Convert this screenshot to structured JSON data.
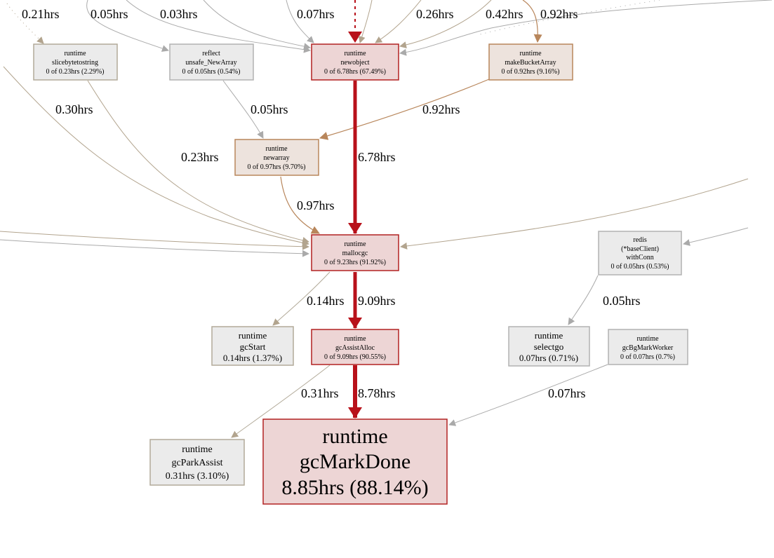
{
  "graph": {
    "colors": {
      "hot_fill": "#edd5d5",
      "hot_stroke": "#b22222",
      "warm_fill": "#ede3dd",
      "warm_stroke": "#b8865b",
      "cold_fill": "#ebebeb",
      "cold_stroke": "#b2b2b2",
      "cold2_stroke": "#b2aa99",
      "hot_edge": "#b8111a",
      "warm_edge": "#b8865b",
      "grey_edge": "#aaaaaa",
      "tan_edge": "#b2a48e"
    },
    "nodes": [
      {
        "id": "slicebytetostring",
        "pkg": "runtime",
        "func": "slicebytetostring",
        "stat": "0 of 0.23hrs (2.29%)"
      },
      {
        "id": "unsafe_NewArray",
        "pkg": "reflect",
        "func": "unsafe_NewArray",
        "stat": "0 of 0.05hrs (0.54%)"
      },
      {
        "id": "newobject",
        "pkg": "runtime",
        "func": "newobject",
        "stat": "0 of 6.78hrs (67.49%)"
      },
      {
        "id": "makeBucketArray",
        "pkg": "runtime",
        "func": "makeBucketArray",
        "stat": "0 of 0.92hrs (9.16%)"
      },
      {
        "id": "newarray",
        "pkg": "runtime",
        "func": "newarray",
        "stat": "0 of 0.97hrs (9.70%)"
      },
      {
        "id": "mallocgc",
        "pkg": "runtime",
        "func": "mallocgc",
        "stat": "0 of 9.23hrs (91.92%)"
      },
      {
        "id": "withConn",
        "pkg": "redis",
        "func": "(*baseClient)",
        "func2": "withConn",
        "stat": "0 of 0.05hrs (0.53%)"
      },
      {
        "id": "gcStart",
        "pkg": "runtime",
        "func": "gcStart",
        "stat": "0.14hrs (1.37%)"
      },
      {
        "id": "gcAssistAlloc",
        "pkg": "runtime",
        "func": "gcAssistAlloc",
        "stat": "0 of 9.09hrs (90.55%)"
      },
      {
        "id": "selectgo",
        "pkg": "runtime",
        "func": "selectgo",
        "stat": "0.07hrs (0.71%)"
      },
      {
        "id": "gcBgMarkWorker",
        "pkg": "runtime",
        "func": "gcBgMarkWorker",
        "stat": "0 of 0.07hrs (0.7%)"
      },
      {
        "id": "gcParkAssist",
        "pkg": "runtime",
        "func": "gcParkAssist",
        "stat": "0.31hrs (3.10%)"
      },
      {
        "id": "gcMarkDone",
        "pkg": "runtime",
        "func": "gcMarkDone",
        "stat": "8.85hrs (88.14%)"
      }
    ],
    "edge_labels": {
      "top_to_slicebytetostring": "0.21hrs",
      "top_to_unsafe_NewArray": "0.05hrs",
      "top_to_newobject_a": "0.03hrs",
      "top_to_newobject_b": "0.07hrs",
      "top_to_newobject_c": "0.26hrs",
      "top_to_newobject_d": "0.42hrs",
      "top_to_makeBucketArray": "0.92hrs",
      "left_to_mallocgc": "0.30hrs",
      "slicebytetostring_to_mallocgc": "0.23hrs",
      "unsafe_NewArray_to_newarray": "0.05hrs",
      "makeBucketArray_to_newarray": "0.92hrs",
      "newobject_to_mallocgc": "6.78hrs",
      "newarray_to_mallocgc": "0.97hrs",
      "mallocgc_to_gcStart": "0.14hrs",
      "mallocgc_to_gcAssistAlloc": "9.09hrs",
      "withConn_to_selectgo": "0.05hrs",
      "gcAssistAlloc_to_gcParkAssist": "0.31hrs",
      "gcAssistAlloc_to_gcMarkDone": "8.78hrs",
      "gcBgMarkWorker_to_gcMarkDone": "0.07hrs"
    }
  }
}
